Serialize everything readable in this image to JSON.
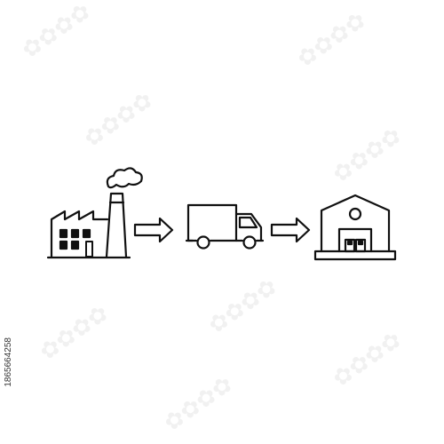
{
  "diagram": {
    "steps": [
      {
        "icon": "factory-icon"
      },
      {
        "icon": "delivery-truck-icon"
      },
      {
        "icon": "warehouse-icon"
      }
    ],
    "connectors": [
      {
        "icon": "right-arrow-icon",
        "from": 0,
        "to": 1
      },
      {
        "icon": "right-arrow-icon",
        "from": 1,
        "to": 2
      }
    ],
    "stroke_color": "#111111"
  },
  "stock_id": "1865664258"
}
